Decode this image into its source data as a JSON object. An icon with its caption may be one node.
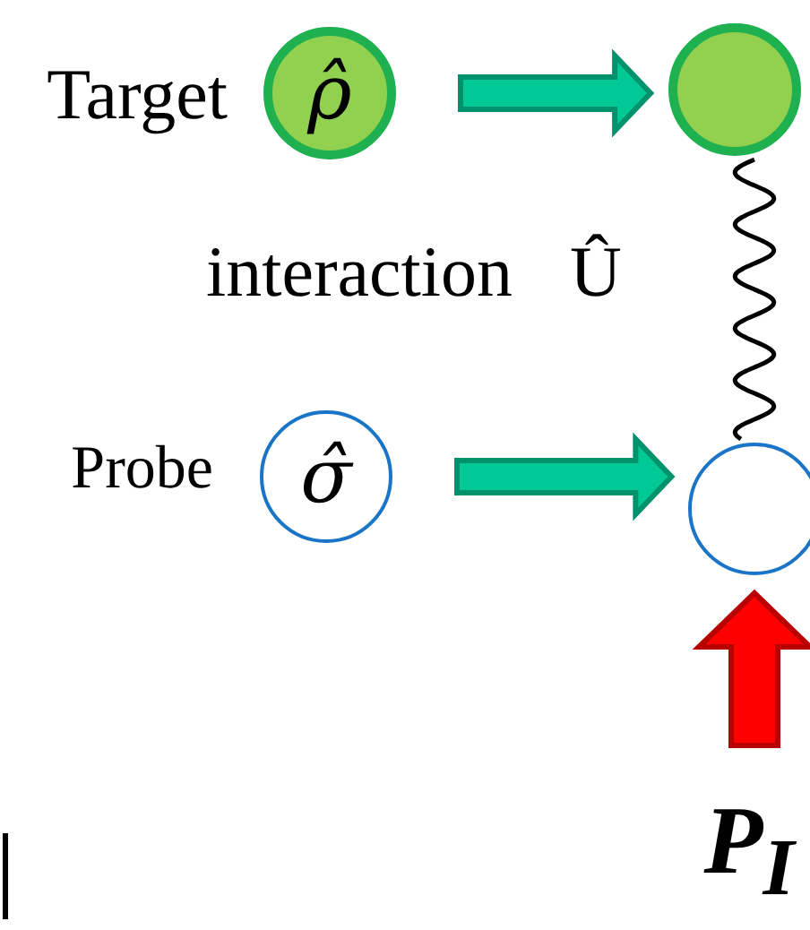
{
  "diagram": {
    "nodes": [
      {
        "text": [
          "ρ̂"
        ],
        "beside": [
          "Target"
        ]
      },
      {
        "text": [],
        "shape": "circle"
      },
      {
        "text": [
          "σ̂"
        ],
        "beside": [
          "Probe"
        ]
      },
      {
        "text": [],
        "shape": "circle"
      },
      {
        "text": [
          "P$_{I}$"
        ]
      }
    ],
    "edges": [
      {
        "from": 0,
        "to": 1,
        "arrow": "to",
        "style": "thick"
      },
      {
        "from": 1,
        "to": 3,
        "arrow": "none",
        "label": "interaction Û",
        "color": "#000000"
      },
      {
        "from": 2,
        "to": 3,
        "arrow": "to",
        "style": "thick"
      },
      {
        "from": 4,
        "to": 3,
        "arrow": "to",
        "style": "thick",
        "color": "#ff0000"
      }
    ]
  }
}
